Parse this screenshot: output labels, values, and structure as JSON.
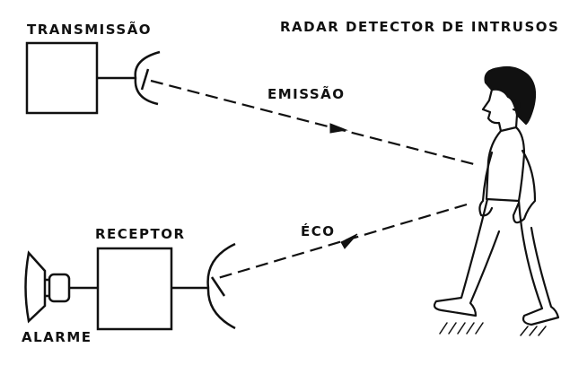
{
  "diagram": {
    "title": "RADAR DETECTOR DE INTRUSOS",
    "transmitter_label": "TRANSMISSÃO",
    "receiver_label": "RECEPTOR",
    "alarm_label": "ALARME",
    "emission_label": "EMISSÃO",
    "echo_label": "ÉCO"
  },
  "colors": {
    "ink": "#111111",
    "paper": "#ffffff"
  }
}
